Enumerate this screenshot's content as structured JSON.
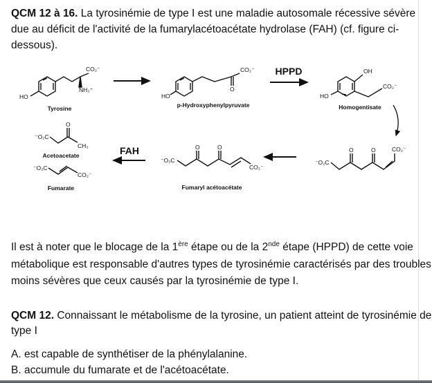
{
  "intro": {
    "heading": "QCM 12 à 16.",
    "text_line1": " La tyrosinémie de type I est une maladie autosomale récessive sévère",
    "text_line2": "due au déficit de l'activité de la fumarylacétoacétate hydrolase (FAH) (cf. figure ci-",
    "text_line3": "dessous)."
  },
  "diagram": {
    "tyrosine": {
      "name": "Tyrosine",
      "co2": "CO₂⁻",
      "nh3": "NH₃⁺",
      "ho": "HO"
    },
    "hpp": {
      "name": "p-Hydroxyphenylpyruvate",
      "co2": "CO₂⁻",
      "o": "O",
      "ho": "HO"
    },
    "hppd": "HPPD",
    "homogentisate": {
      "name": "Homogentisate",
      "oh": "OH",
      "co2": "CO₂⁻",
      "ho": "HO"
    },
    "maleyl": {
      "o2c": "⁻O₂C",
      "o1": "O",
      "o2": "O",
      "co2": "CO₂⁻"
    },
    "fumaryl": {
      "name": "Fumaryl acétoacétate",
      "o2c": "⁻O₂C",
      "o1": "O",
      "o2": "O",
      "co2": "CO₂⁻"
    },
    "fah": "FAH",
    "acetoacetate": {
      "name": "Acetoacetate",
      "o2c": "⁻O₂C",
      "o": "O",
      "ch3": "CH₃"
    },
    "fumarate": {
      "name": "Fumarate",
      "o2c": "⁻O₂C",
      "co2": "CO₂⁻"
    }
  },
  "note": {
    "line1_a": "Il est à noter que le blocage de la 1",
    "sup1": "ère",
    "line1_b": " étape ou de la 2",
    "sup2": "nde",
    "line1_c": " étape (HPPD) de cette voie",
    "line2": "métabolique est responsable d'autres types de tyrosinémie caractérisés par des troubles",
    "line3": "moins sévères que ceux causés par la tyrosinémie de type I."
  },
  "question": {
    "heading": "QCM 12.",
    "text_line1": " Connaissant le métabolisme de la tyrosine, un patient atteint de tyrosinémie de",
    "text_line2": "type I",
    "options": [
      "A. est capable de synthétiser de la phénylalanine.",
      "B. accumule du fumarate et de l'acétoacétate."
    ]
  }
}
